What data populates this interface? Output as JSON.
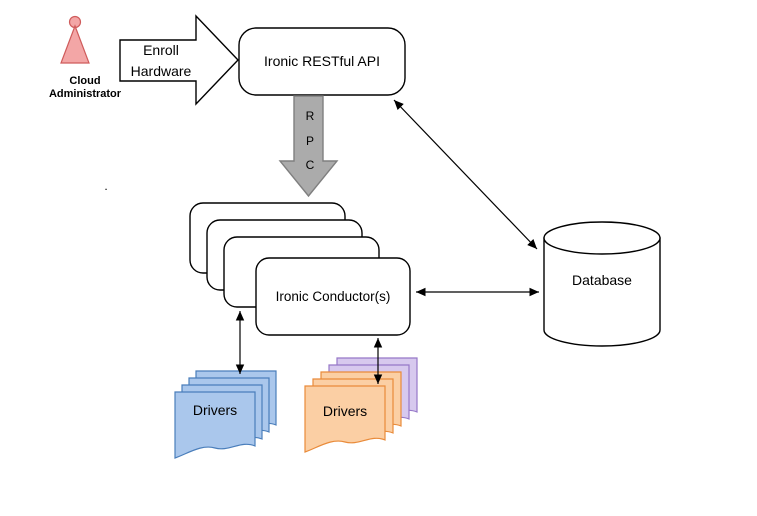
{
  "actor": {
    "label_lines": [
      "Cloud",
      "Administrator"
    ]
  },
  "enroll_arrow": {
    "label_lines": [
      "Enroll",
      "Hardware"
    ]
  },
  "api_node": {
    "label": "Ironic RESTful API"
  },
  "rpc": {
    "letters": [
      "R",
      "P",
      "C"
    ]
  },
  "conductor": {
    "label": "Ironic Conductor(s)"
  },
  "database": {
    "label": "Database"
  },
  "drivers_left": {
    "label": "Drivers"
  },
  "drivers_right": {
    "label": "Drivers"
  },
  "stray_dot": ".",
  "colors": {
    "node_fill": "#ffffff",
    "node_stroke": "#000000",
    "line_color": "#000000",
    "rpc_fill": "#ababab",
    "rpc_stroke": "#7f7f7f",
    "actor_fill": "#f3a6a6",
    "actor_stroke": "#cf5b5b",
    "blue_fill": "#aac7ec",
    "blue_stroke": "#4a7ebb",
    "orange_fill": "#fbcfa4",
    "orange_stroke": "#e98b3a",
    "purple_fill": "#d7c9ee",
    "purple_stroke": "#9678c8"
  }
}
